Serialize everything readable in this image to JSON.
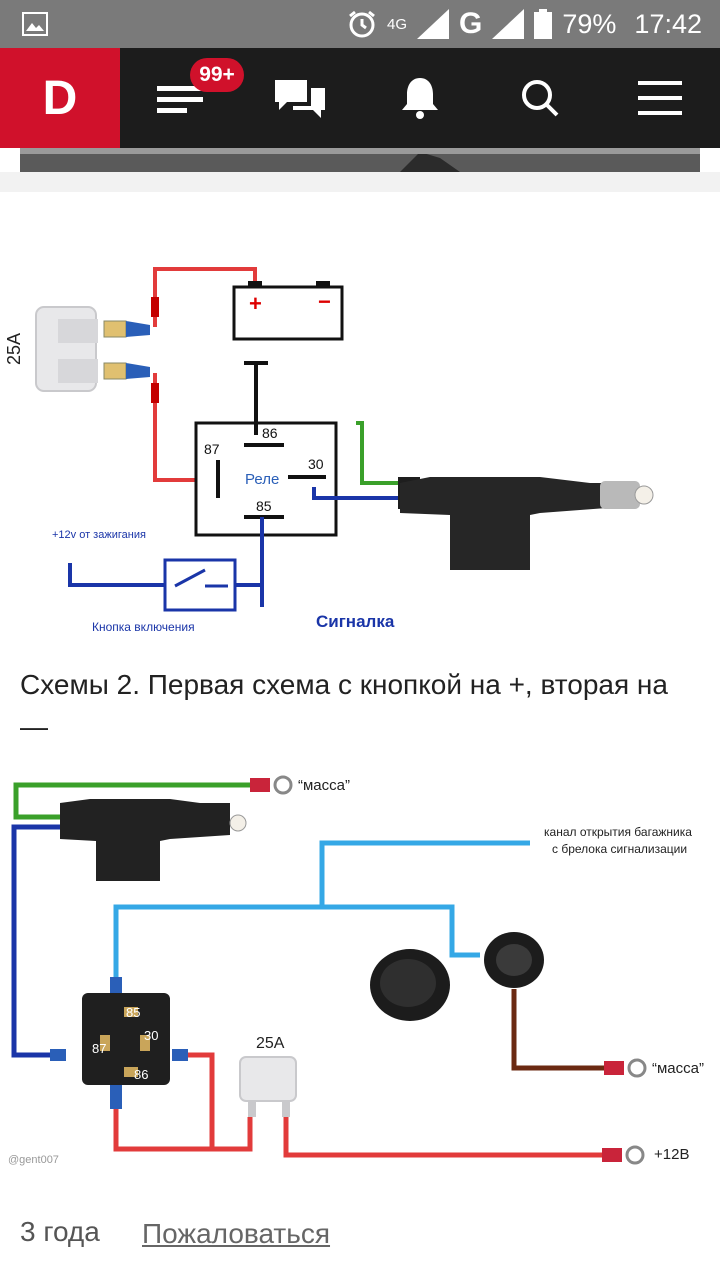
{
  "status_bar": {
    "network": "4G",
    "carrier_symbol": "G",
    "battery": "79%",
    "time": "17:42"
  },
  "app_bar": {
    "logo_letter": "D",
    "feed_badge": "99+"
  },
  "diagram1": {
    "fuse_label": "25A",
    "battery_plus": "+",
    "battery_minus": "−",
    "relay_label": "Реле",
    "pin_86": "86",
    "pin_87": "87",
    "pin_30": "30",
    "pin_85": "85",
    "ignition_label": "+12v от зажигания",
    "button_label": "Кнопка включения",
    "alarm_label": "Сигналка"
  },
  "caption": "Схемы 2. Первая схема с кнопкой на +, вторая на —",
  "diagram2": {
    "ground_label_top": "“масса”",
    "channel_label_1": "канал открытия багажника",
    "channel_label_2": "с брелока сигнализации",
    "pin_85": "85",
    "pin_30": "30",
    "pin_87": "87",
    "pin_86": "86",
    "fuse_label": "25A",
    "ground_label_bottom": "“масса”",
    "plus12_label": "+12В",
    "watermark": "@gent007"
  },
  "footer": {
    "time_ago": "3 года",
    "report_link": "Пожаловаться"
  }
}
